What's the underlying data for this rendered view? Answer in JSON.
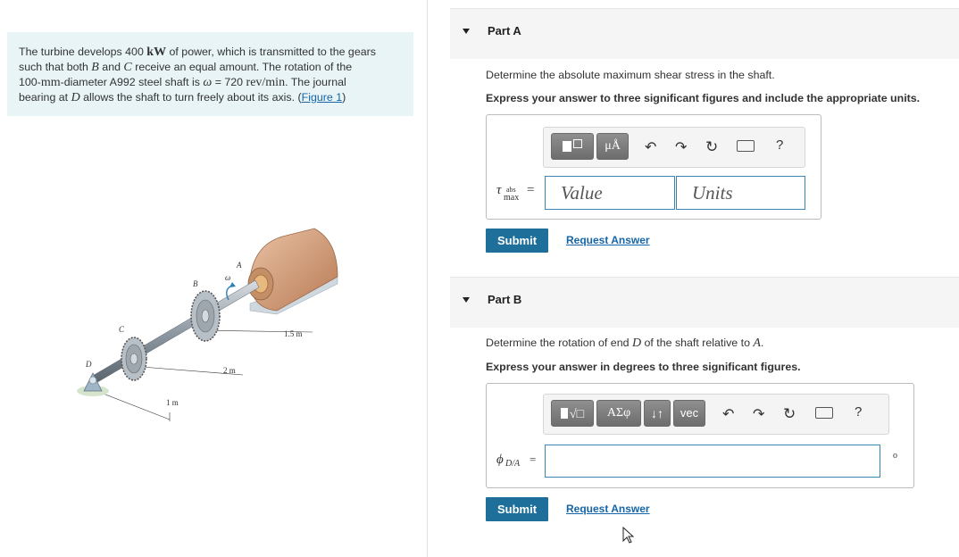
{
  "problem": {
    "t1": "The turbine develops 400 ",
    "power_unit": "kW",
    "t2": " of power, which is transmitted to the gears",
    "t3": "such that both ",
    "B": "B",
    "t4": " and ",
    "C": "C",
    "t5": " receive an equal amount. The rotation of the",
    "diam_value": "100-",
    "diam_unit": "mm",
    "t6": "-diameter A992 steel shaft is ",
    "omega": "ω",
    "t7": " = 720 ",
    "speed_unit": "rev/min",
    "t8": ". The journal",
    "t9": "bearing at ",
    "D": "D",
    "t10": " allows the shaft to turn freely about its axis. (",
    "figure_link": "Figure 1",
    "t11": ")"
  },
  "figure": {
    "labels": {
      "A": "A",
      "B": "B",
      "C": "C",
      "D": "D",
      "omega": "ω"
    },
    "dims": {
      "d1": "1.5 m",
      "d2": "2 m",
      "d3": "1 m"
    }
  },
  "partA": {
    "title": "Part A",
    "question": "Determine the absolute maximum shear stress in the shaft.",
    "instruction": "Express your answer to three significant figures and include the appropriate units.",
    "label_tau": "τ",
    "label_sup": "abs",
    "label_sub": "max",
    "eq": "=",
    "value_placeholder": "Value",
    "units_placeholder": "Units",
    "mu_button": "μÅ",
    "help": "?",
    "submit": "Submit",
    "request": "Request Answer"
  },
  "partB": {
    "title": "Part B",
    "question_pre": "Determine the rotation of end ",
    "D": "D",
    "question_mid": " of the shaft relative to ",
    "A": "A",
    "question_post": ".",
    "instruction": "Express your answer in degrees to three significant figures.",
    "label_phi": "ϕ",
    "label_sub": "D/A",
    "eq": "=",
    "sigma_button": "ΑΣφ",
    "arrows_button": "↓↑",
    "vec_button": "vec",
    "help": "?",
    "degree": "o",
    "submit": "Submit",
    "request": "Request Answer"
  }
}
